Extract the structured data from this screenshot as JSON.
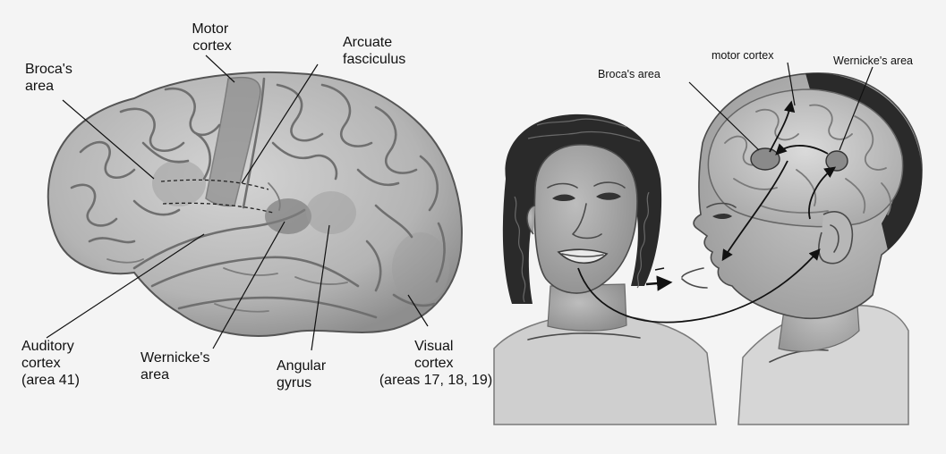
{
  "left_diagram": {
    "labels": {
      "motor_cortex": [
        "Motor",
        "cortex"
      ],
      "arcuate_fasciculus": [
        "Arcuate",
        "fasciculus"
      ],
      "brocas_area": [
        "Broca's",
        "area"
      ],
      "auditory_cortex": [
        "Auditory",
        "cortex",
        "(area 41)"
      ],
      "wernickes_area": [
        "Wernicke's",
        "area"
      ],
      "angular_gyrus": [
        "Angular",
        "gyrus"
      ],
      "visual_cortex": [
        "Visual",
        "cortex",
        "(areas 17, 18, 19)"
      ]
    }
  },
  "right_diagram": {
    "labels": {
      "brocas_area": "Broca's area",
      "motor_cortex": "motor cortex",
      "wernickes_area": "Wernicke's area"
    }
  }
}
